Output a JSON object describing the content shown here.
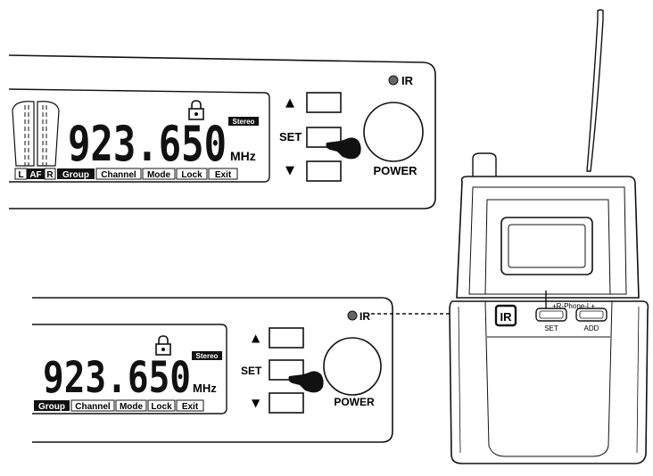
{
  "panel_top": {
    "frequency": "923.650",
    "unit": "MHz",
    "stereo": "Stereo",
    "meter_labels": [
      "L",
      "AF",
      "R"
    ],
    "menu": [
      "Group",
      "Channel",
      "Mode",
      "Lock",
      "Exit"
    ],
    "ir_label": "IR",
    "set_label": "SET",
    "up_arrow": "▲",
    "down_arrow": "▼",
    "power_label": "POWER",
    "lock_icon": "lock-icon",
    "hand_icon": "pointing-hand-icon"
  },
  "panel_bottom": {
    "frequency": "923.650",
    "unit": "MHz",
    "stereo": "Stereo",
    "menu": [
      "Group",
      "Channel",
      "Mode",
      "Lock",
      "Exit"
    ],
    "ir_label": "IR",
    "set_label": "SET",
    "up_arrow": "▲",
    "down_arrow": "▼",
    "power_label": "POWER",
    "lock_icon": "lock-icon",
    "hand_icon": "pointing-hand-icon"
  },
  "bodypack": {
    "ir_label": "IR",
    "phone_label": "+R-Phone-L+",
    "set_label": "SET",
    "add_label": "ADD"
  },
  "colors": {
    "line": "#111111",
    "highlight": "#111111",
    "led": "#666666"
  }
}
